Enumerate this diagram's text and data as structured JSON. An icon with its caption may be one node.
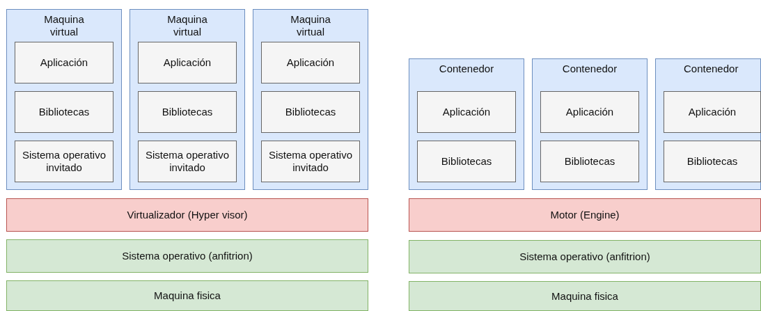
{
  "diagram": {
    "nodes": [
      {
        "text": [
          "Maquina virtual"
        ]
      },
      {
        "text": [
          "Aplicación"
        ],
        "in": 0
      },
      {
        "text": [
          "Bibliotecas"
        ],
        "in": 0
      },
      {
        "text": [
          "Sistema operativo invitado"
        ],
        "in": 0
      },
      {
        "text": [
          "Maquina virtual"
        ]
      },
      {
        "text": [
          "Aplicación"
        ],
        "in": 4
      },
      {
        "text": [
          "Bibliotecas"
        ],
        "in": 4
      },
      {
        "text": [
          "Sistema operativo invitado"
        ],
        "in": 4
      },
      {
        "text": [
          "Maquina virtual"
        ]
      },
      {
        "text": [
          "Aplicación"
        ],
        "in": 8
      },
      {
        "text": [
          "Bibliotecas"
        ],
        "in": 8
      },
      {
        "text": [
          "Sistema operativo invitado"
        ],
        "in": 8
      },
      {
        "text": [
          "Contenedor"
        ]
      },
      {
        "text": [
          "Aplicación"
        ],
        "in": 12
      },
      {
        "text": [
          "Bibliotecas"
        ],
        "in": 12
      },
      {
        "text": [
          "Contenedor"
        ]
      },
      {
        "text": [
          "Aplicación"
        ],
        "in": 15
      },
      {
        "text": [
          "Bibliotecas"
        ],
        "in": 15
      },
      {
        "text": [
          "Contenedor"
        ]
      },
      {
        "text": [
          "Aplicación"
        ],
        "in": 18
      },
      {
        "text": [
          "Bibliotecas"
        ],
        "in": 18
      },
      {
        "text": [
          "Virtualizador (Hyper visor)"
        ]
      },
      {
        "text": [
          "Sistema operativo (anfitrion)"
        ]
      },
      {
        "text": [
          "Maquina fisica"
        ]
      },
      {
        "text": [
          "Motor (Engine)"
        ]
      },
      {
        "text": [
          "Sistema operativo (anfitrion)"
        ]
      },
      {
        "text": [
          "Maquina fisica"
        ]
      }
    ]
  }
}
